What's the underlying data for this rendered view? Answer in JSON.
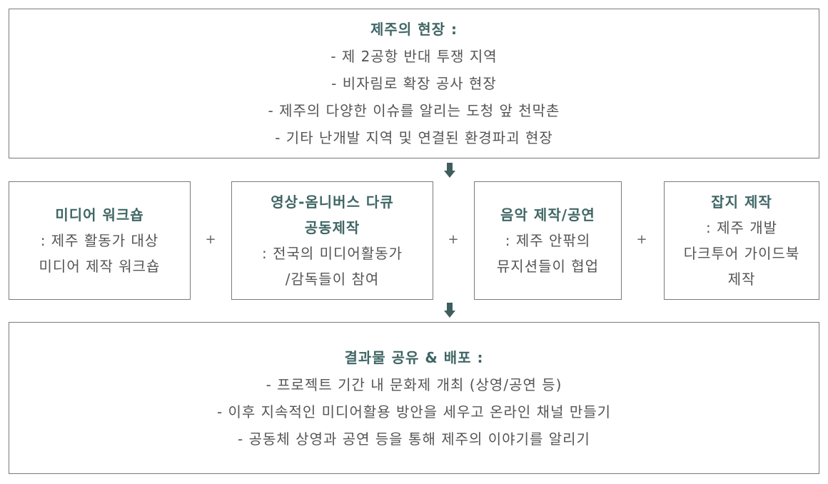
{
  "top_box": {
    "title": "제주의 현장 :",
    "items": [
      "- 제 2공항 반대 투쟁 지역",
      "- 비자림로 확장 공사 현장",
      "- 제주의 다양한 이슈를 알리는 도청 앞 천막촌",
      "- 기타 난개발 지역 및 연결된 환경파괴 현장"
    ]
  },
  "middle_boxes": [
    {
      "title_lines": [
        "미디어 워크숍"
      ],
      "lines": [
        ": 제주 활동가 대상",
        "미디어 제작 워크숍"
      ]
    },
    {
      "title_lines": [
        "영상-옴니버스 다큐",
        "공동제작"
      ],
      "lines": [
        ": 전국의 미디어활동가",
        "/감독들이 참여"
      ]
    },
    {
      "title_lines": [
        "음악 제작/공연"
      ],
      "lines": [
        ": 제주 안팎의",
        "뮤지션들이 협업"
      ]
    },
    {
      "title_lines": [
        "잡지 제작"
      ],
      "lines": [
        ": 제주 개발",
        "다크투어 가이드북",
        "제작"
      ]
    }
  ],
  "plus_sign": "+",
  "bottom_box": {
    "title": "결과물 공유 & 배포 :",
    "items": [
      "- 프로젝트 기간 내 문화제 개최 (상영/공연 등)",
      "- 이후 지속적인 미디어활용 방안을 세우고 온라인 채널 만들기",
      "- 공동체 상영과 공연 등을 통해 제주의 이야기를 알리기"
    ]
  },
  "colors": {
    "title": "#3f6665",
    "text": "#555555",
    "border": "#7a7a7a",
    "arrow": "#3f5e5d"
  }
}
